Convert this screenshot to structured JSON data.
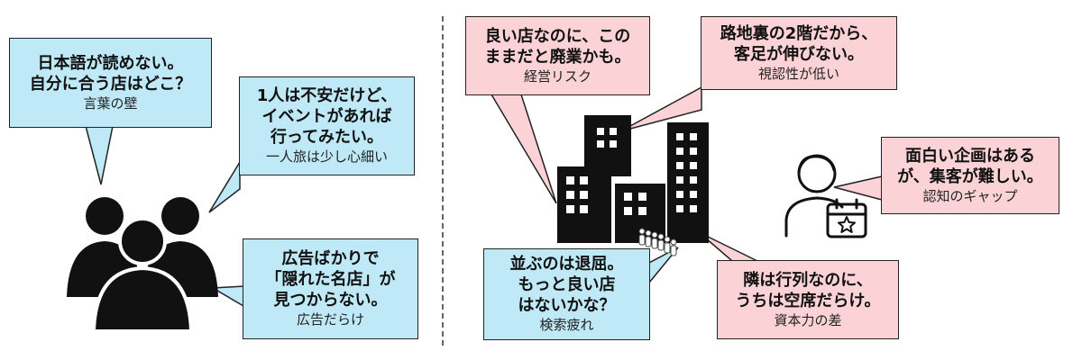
{
  "left_section": {
    "bubbles": [
      {
        "lines": [
          "日本語が読めない。",
          "自分に合う店はどこ？"
        ],
        "caption": "言葉の壁"
      },
      {
        "lines": [
          "1人は不安だけど、",
          "イベントがあれば",
          "行ってみたい。"
        ],
        "caption": "一人旅は少し心細い"
      },
      {
        "lines": [
          "広告ばかりで",
          "「隠れた名店」が",
          "見つからない。"
        ],
        "caption": "広告だらけ"
      }
    ]
  },
  "right_section": {
    "bubbles": [
      {
        "lines": [
          "良い店なのに、この",
          "ままだと廃業かも。"
        ],
        "caption": "経営リスク"
      },
      {
        "lines": [
          "路地裏の2階だから、",
          "客足が伸びない。"
        ],
        "caption": "視認性が低い"
      },
      {
        "lines": [
          "面白い企画はある",
          "が、集客が難しい。"
        ],
        "caption": "認知のギャップ"
      },
      {
        "lines": [
          "並ぶのは退屈。",
          "もっと良い店",
          "はないかな？"
        ],
        "caption": "検索疲れ"
      },
      {
        "lines": [
          "隣は行列なのに、",
          "うちは空席だらけ。"
        ],
        "caption": "資本力の差"
      }
    ]
  },
  "colors": {
    "blue_bubble": "#bfe9f6",
    "pink_bubble": "#fbd3d6",
    "icon": "#111111"
  }
}
